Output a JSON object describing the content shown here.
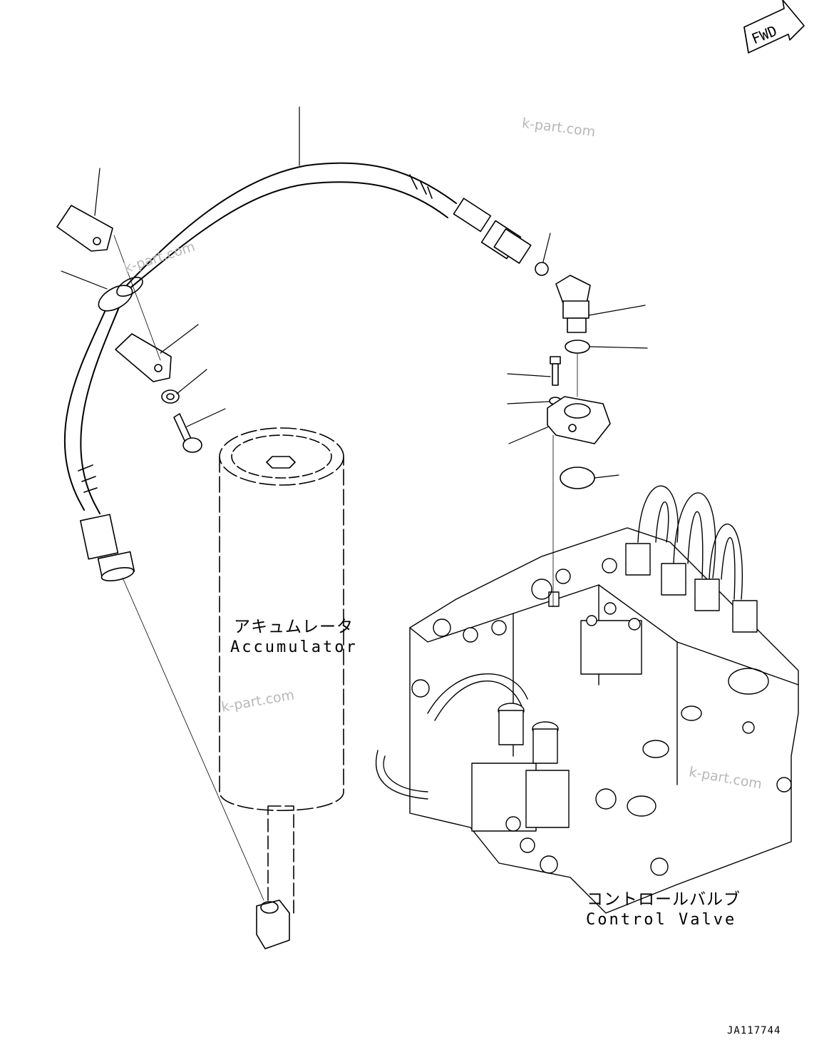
{
  "direction_badge": {
    "text": "FWD"
  },
  "labels": {
    "accumulator_jp": "アキュムレータ",
    "accumulator_en": "Accumulator",
    "control_valve_jp": "コントロールバルブ",
    "control_valve_en": "Control Valve"
  },
  "watermarks": [
    "k-part.com",
    "k-part.com",
    "k-part.com",
    "k-part.com"
  ],
  "document_id": "JA117744",
  "colors": {
    "line": "#000000",
    "watermark": "#b8b8b8",
    "background": "#ffffff"
  }
}
